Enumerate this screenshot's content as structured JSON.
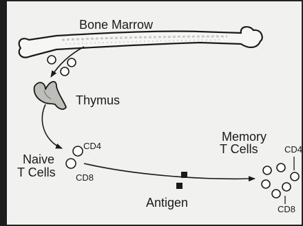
{
  "labels": {
    "bone_marrow": "Bone Marrow",
    "thymus": "Thymus",
    "naive_line1": "Naive",
    "naive_line2": "T Cells",
    "cd4_naive": "CD4",
    "cd8_naive": "CD8",
    "memory_line1": "Memory",
    "memory_line2": "T Cells",
    "cd4_memory": "CD4",
    "cd8_memory": "CD8",
    "antigen": "Antigen"
  },
  "colors": {
    "background": "#f1f1ef",
    "ink": "#1a1a1a",
    "bone_fill": "#f6f6f4",
    "bone_shade": "#c9c9c6",
    "thymus_fill": "#bdbdba",
    "cell_fill": "#ffffff"
  }
}
